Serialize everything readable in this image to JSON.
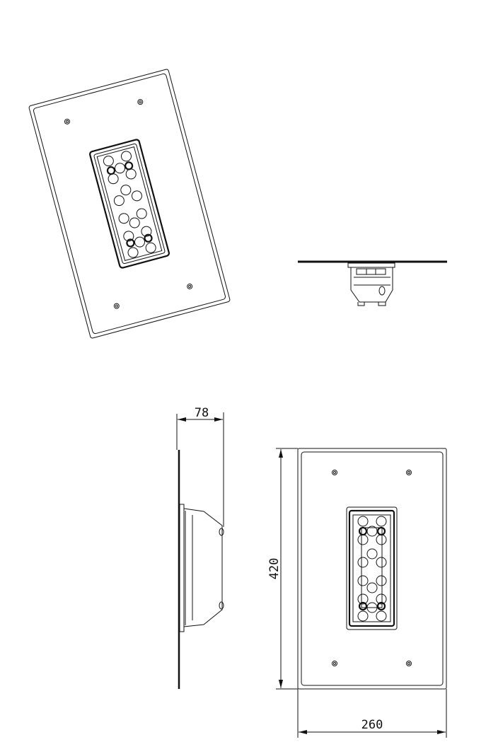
{
  "dimensions": {
    "depth": "78",
    "height": "420",
    "width": "260"
  },
  "views": [
    "isometric",
    "top",
    "side",
    "front"
  ]
}
